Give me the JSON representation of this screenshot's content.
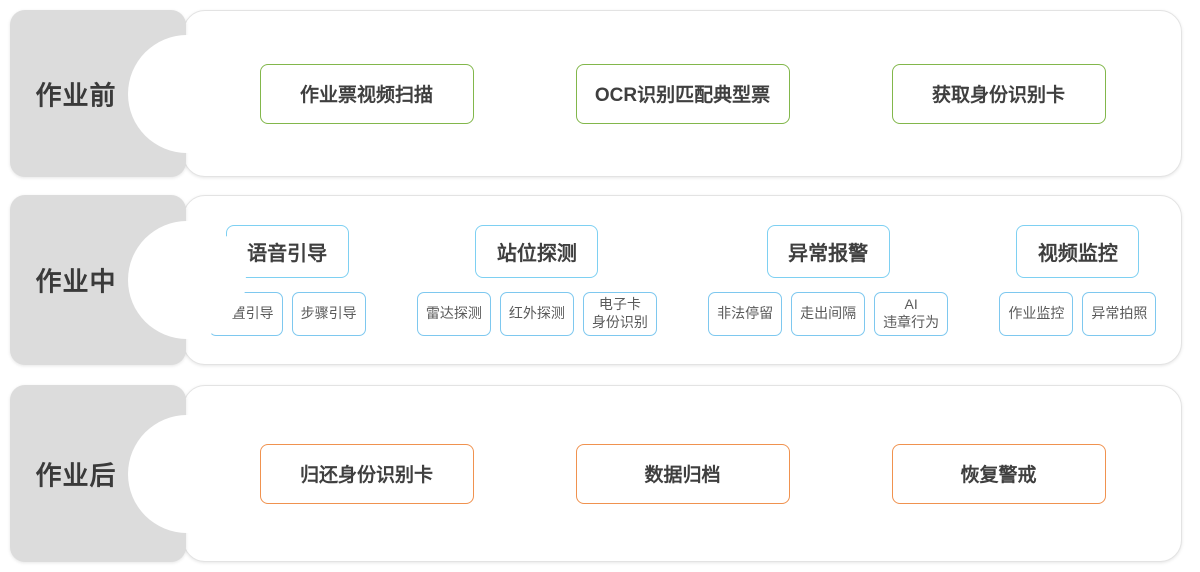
{
  "diagram": {
    "palette": {
      "green": "#82b74b",
      "blue": "#7ed0f2",
      "orange": "#f0924f",
      "label_panel": "#dcdcdc",
      "card": "#ffffff",
      "text": "#3f3f3f"
    },
    "rows": [
      {
        "id": "before-work",
        "label": "作业前",
        "accent": "green",
        "nodes": [
          {
            "label": "作业票视频扫描"
          },
          {
            "label": "OCR识别匹配典型票"
          },
          {
            "label": "获取身份识别卡"
          }
        ]
      },
      {
        "id": "during-work",
        "label": "作业中",
        "accent": "blue",
        "groups": [
          {
            "label": "语音引导",
            "subs": [
              {
                "line1": "位置引导",
                "line2": ""
              },
              {
                "line1": "步骤引导",
                "line2": ""
              }
            ]
          },
          {
            "label": "站位探测",
            "subs": [
              {
                "line1": "雷达探测",
                "line2": ""
              },
              {
                "line1": "红外探测",
                "line2": ""
              },
              {
                "line1": "电子卡",
                "line2": "身份识别"
              }
            ]
          },
          {
            "label": "异常报警",
            "subs": [
              {
                "line1": "非法停留",
                "line2": ""
              },
              {
                "line1": "走出间隔",
                "line2": ""
              },
              {
                "line1": "AI",
                "line2": "违章行为"
              }
            ]
          },
          {
            "label": "视频监控",
            "subs": [
              {
                "line1": "作业监控",
                "line2": ""
              },
              {
                "line1": "异常拍照",
                "line2": ""
              }
            ]
          }
        ]
      },
      {
        "id": "after-work",
        "label": "作业后",
        "accent": "orange",
        "nodes": [
          {
            "label": "归还身份识别卡"
          },
          {
            "label": "数据归档"
          },
          {
            "label": "恢复警戒"
          }
        ]
      }
    ]
  }
}
